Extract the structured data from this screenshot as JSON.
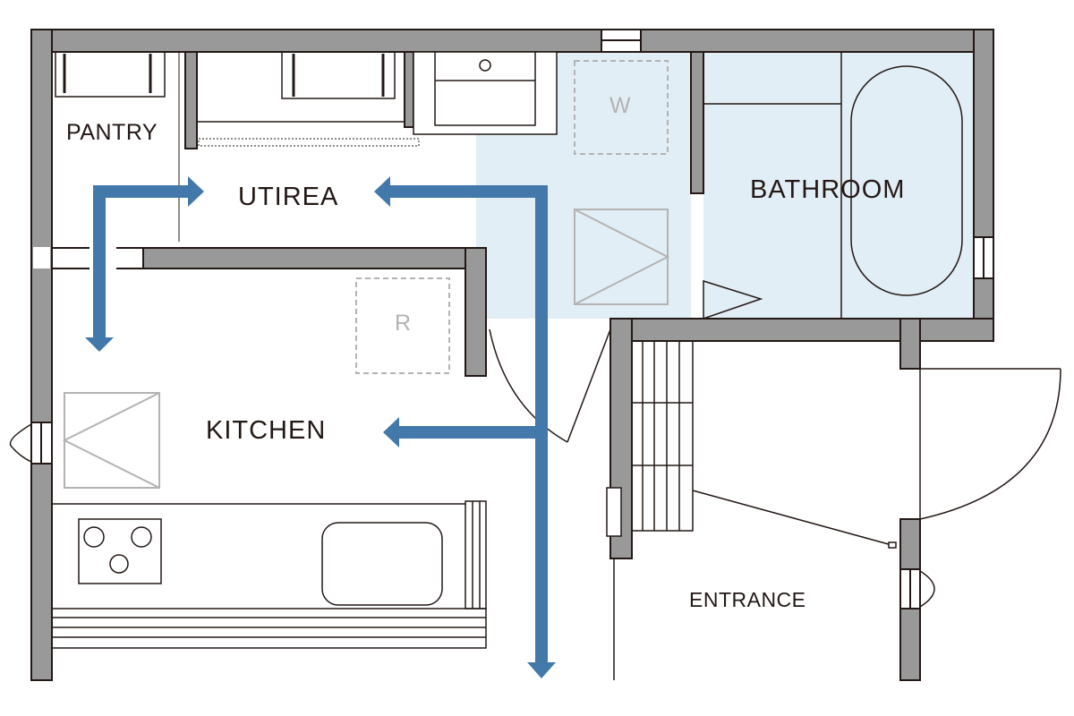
{
  "rooms": {
    "pantry": "PANTRY",
    "utility": "UTIREA",
    "kitchen": "KITCHEN",
    "bathroom": "BATHROOM",
    "entrance": "ENTRANCE"
  },
  "appliances": {
    "washer": "W",
    "refrigerator": "R"
  },
  "colors": {
    "wall": "#999999",
    "wall_edge": "#231815",
    "wet_area": "#e2eef5",
    "arrow": "#4279aa",
    "appliance_outline": "#b3b3b3",
    "line": "#231815"
  }
}
